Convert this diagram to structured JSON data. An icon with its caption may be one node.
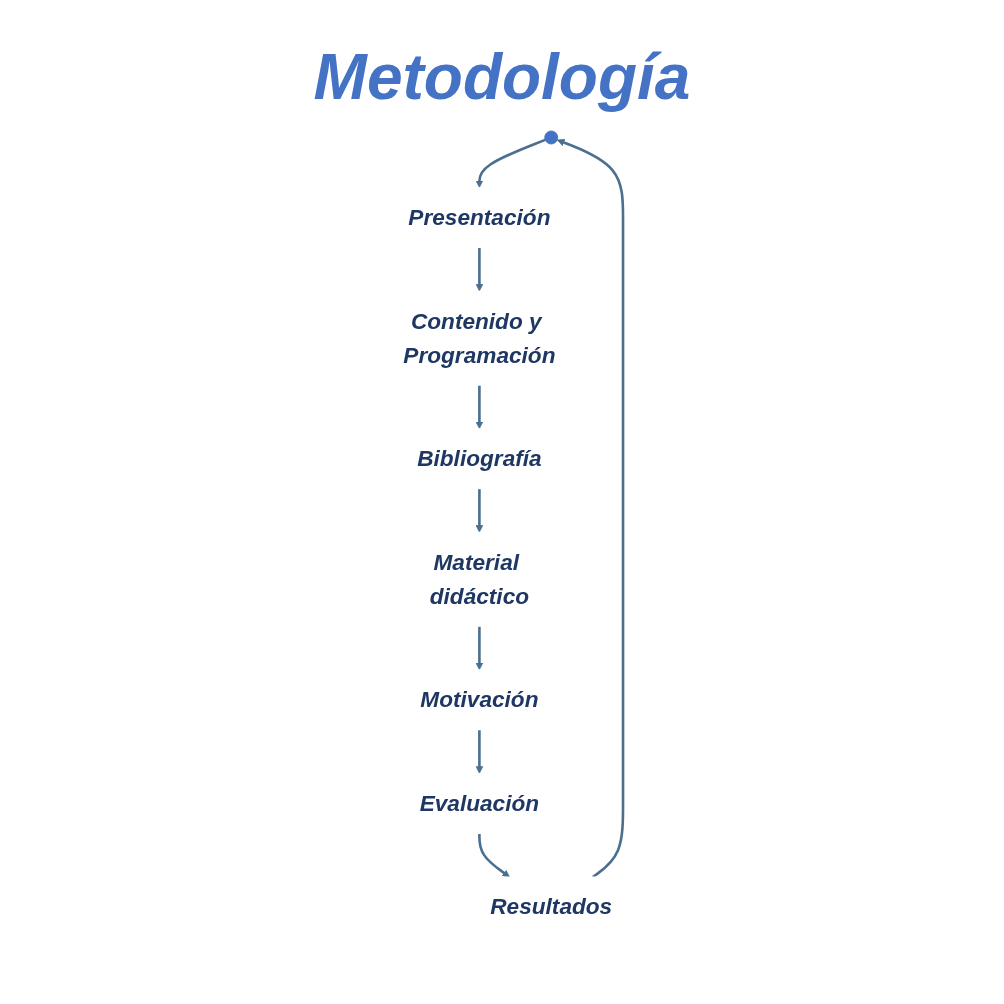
{
  "diagram": {
    "title": "Metodología",
    "nodes": [
      {
        "text": [],
        "shape": "circle"
      },
      {
        "text": [
          "Presentación"
        ]
      },
      {
        "text": [
          "Contenido y Programación"
        ]
      },
      {
        "text": [
          "Bibliografía"
        ]
      },
      {
        "text": [
          "Material didáctico"
        ]
      },
      {
        "text": [
          "Motivación"
        ]
      },
      {
        "text": [
          "Evaluación"
        ]
      },
      {
        "text": [
          "Resultados"
        ]
      }
    ],
    "edges": [
      {
        "from": 0,
        "to": 1,
        "arrow": "to"
      },
      {
        "from": 1,
        "to": 2,
        "arrow": "to"
      },
      {
        "from": 2,
        "to": 3,
        "arrow": "to"
      },
      {
        "from": 3,
        "to": 4,
        "arrow": "to"
      },
      {
        "from": 4,
        "to": 5,
        "arrow": "to"
      },
      {
        "from": 5,
        "to": 6,
        "arrow": "to"
      },
      {
        "from": 6,
        "to": 7,
        "arrow": "to"
      },
      {
        "from": 7,
        "to": 0,
        "arrow": "to"
      }
    ]
  }
}
